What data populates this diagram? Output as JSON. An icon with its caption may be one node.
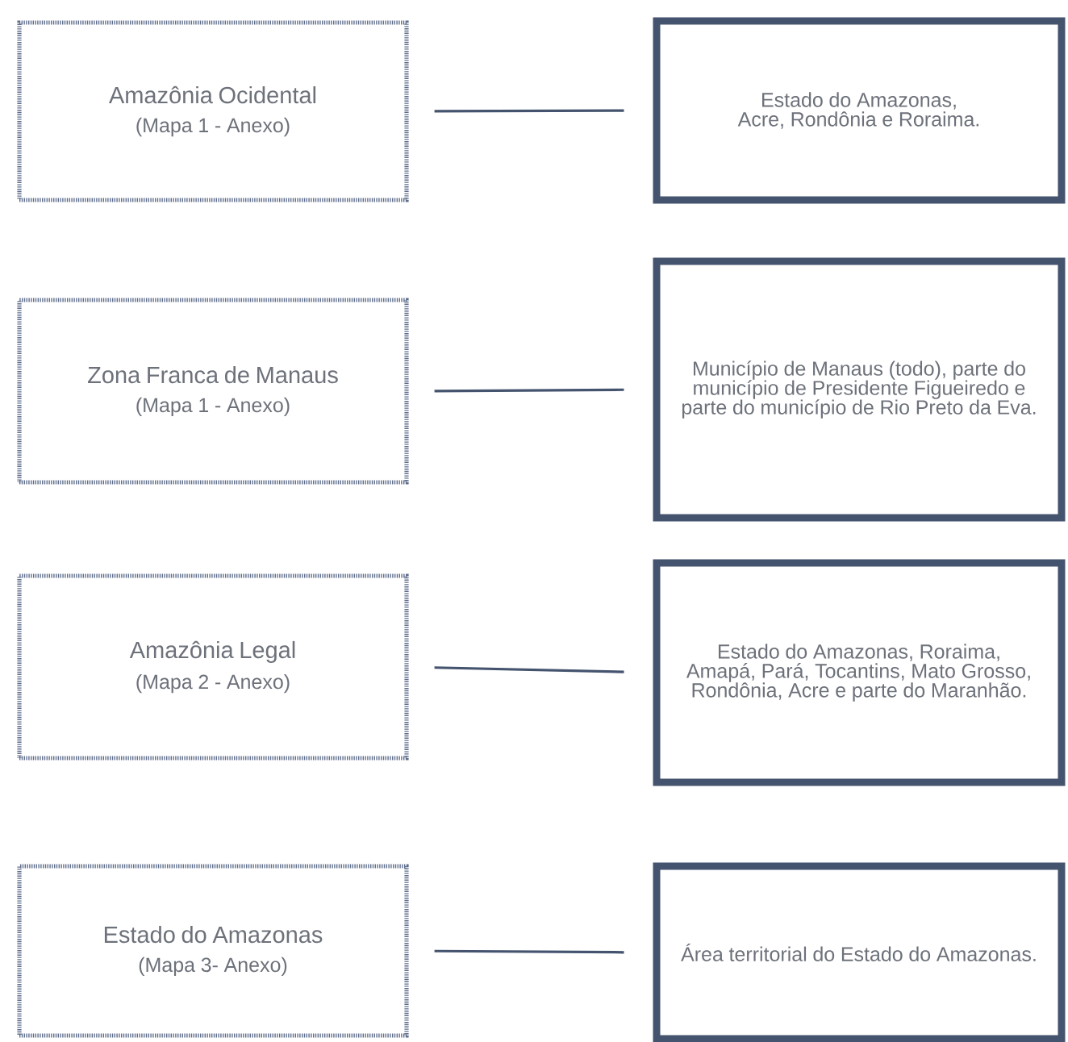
{
  "diagram": {
    "nodes": [
      {
        "text": [
          "Amazônia Ocidental",
          "(Mapa 1 - Anexo)"
        ]
      },
      {
        "text": [
          "Estado do Amazonas, Acre, Rondônia e Roraima."
        ]
      },
      {
        "text": [
          "Zona Franca de Manaus",
          "(Mapa 1 - Anexo)"
        ]
      },
      {
        "text": [
          "Município de Manaus (todo), parte do município de Presidente Figueiredo e parte do município de Rio Preto da Eva."
        ]
      },
      {
        "text": [
          "Amazônia Legal",
          "(Mapa 2 - Anexo)"
        ]
      },
      {
        "text": [
          "Estado do Amazonas, Roraima, Amapá, Pará, Tocantins, Mato Grosso, Rondônia, Acre e parte do Maranhão."
        ]
      },
      {
        "text": [
          "Estado do Amazonas",
          "(Mapa 3- Anexo)"
        ]
      },
      {
        "text": [
          "Área territorial do Estado do Amazonas."
        ]
      }
    ],
    "edges": [
      {
        "from": 0,
        "to": 1,
        "arrow": "none"
      },
      {
        "from": 2,
        "to": 3,
        "arrow": "none"
      },
      {
        "from": 4,
        "to": 5,
        "arrow": "none"
      },
      {
        "from": 6,
        "to": 7,
        "arrow": "none"
      }
    ]
  }
}
